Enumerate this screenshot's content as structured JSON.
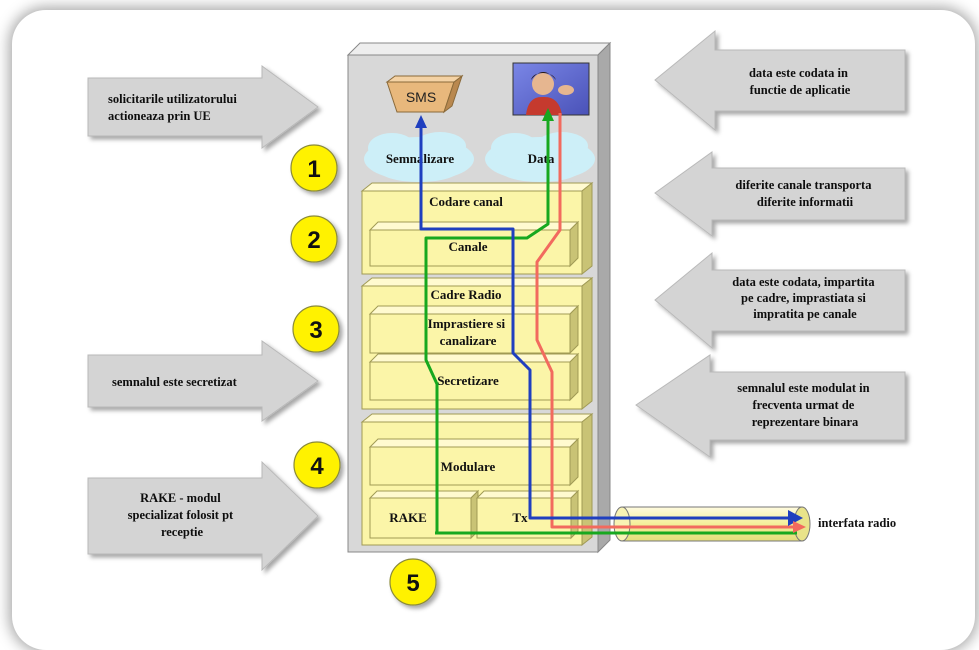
{
  "cards": {
    "user_request": [
      "solicitarile utilizatorului",
      "actioneaza prin UE"
    ],
    "encrypt": [
      "semnalul este secretizat"
    ],
    "rake": [
      "RAKE - modul",
      "specializat folosit pt",
      "receptie"
    ],
    "data_coded": [
      "data este codata in",
      "functie de aplicatie"
    ],
    "channels": [
      "diferite canale transporta",
      "diferite informatii"
    ],
    "frames": [
      "data este codata, impartita",
      "pe cadre, imprastiata si",
      "impratita pe canale"
    ],
    "modulation": [
      "semnalul este modulat in",
      "frecventa urmat de",
      "reprezentare binara"
    ]
  },
  "stack": {
    "sms": "SMS",
    "signaling": "Semnalizare",
    "data": "Data",
    "channel_coding": "Codare canal",
    "channels": "Canale",
    "radio_frames": "Cadre Radio",
    "spreading": [
      "Imprastiere si",
      "canalizare"
    ],
    "encryption": "Secretizare",
    "modulation": "Modulare",
    "rake": "RAKE",
    "tx": "Tx"
  },
  "interface_label": "interfata radio",
  "steps": [
    "1",
    "2",
    "3",
    "4",
    "5"
  ],
  "colors": {
    "arrow_fill": "#d4d4d4",
    "stack_fill": "#d8d8d8",
    "box_fill": "#fbf5a8",
    "box_dark": "#c9c375",
    "circle_fill": "#fff200",
    "cloud_fill": "#cdeff8",
    "sms_fill": "#e8b87c",
    "line_blue": "#1f3fbf",
    "line_green": "#17a81f",
    "line_red": "#f26a5e"
  }
}
